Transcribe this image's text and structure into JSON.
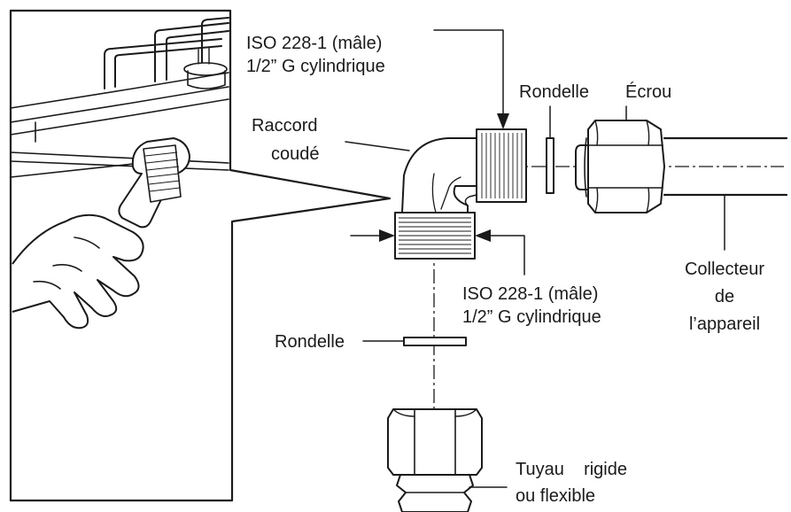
{
  "labels": {
    "thread_top_line1": "ISO 228-1 (mâle)",
    "thread_top_line2": "1/2” G cylindrique",
    "washer_right": "Rondelle",
    "nut": "Écrou",
    "elbow_line1": "Raccord",
    "elbow_line2": "coudé",
    "thread_bottom_line1": "ISO 228-1 (mâle)",
    "thread_bottom_line2": "1/2” G cylindrique",
    "manifold_line1": "Collecteur",
    "manifold_line2": "de",
    "manifold_line3": "l’appareil",
    "washer_bottom": "Rondelle",
    "pipe_line1": "Tuyau    rigide",
    "pipe_line2": "ou flexible"
  }
}
